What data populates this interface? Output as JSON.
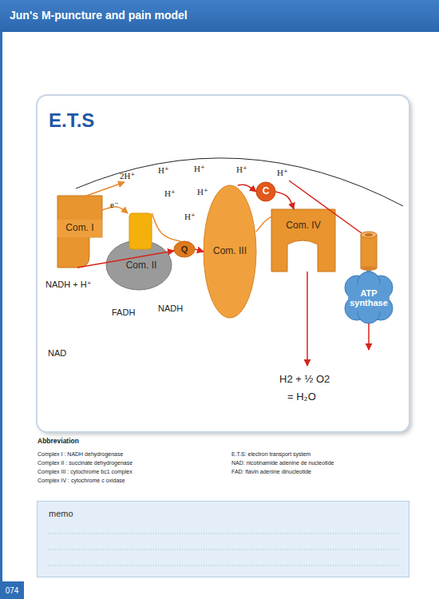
{
  "diagram": {
    "nodes": [
      {
        "text": [
          "Jun's M-puncture and pain model"
        ]
      },
      {
        "text": [
          "E.T.S"
        ]
      },
      {
        "text": [
          "Com. I"
        ],
        "in": 1
      },
      {
        "text": [
          "Com. II"
        ],
        "in": 1
      },
      {
        "text": [
          "Q"
        ],
        "in": 1
      },
      {
        "text": [
          "Com. III"
        ],
        "in": 1
      },
      {
        "text": [
          "C"
        ],
        "in": 1
      },
      {
        "text": [
          "Com. IV"
        ],
        "in": 1
      },
      {
        "text": [
          "ATP synthase"
        ],
        "in": 1
      },
      {
        "text": [
          "memo"
        ]
      },
      {
        "text": [
          "074"
        ]
      }
    ],
    "edges": [
      {
        "from": 2,
        "to": 3,
        "arrow": "to",
        "label": "e⁻"
      },
      {
        "from": 2,
        "to": 4,
        "arrow": "to"
      },
      {
        "from": 3,
        "to": 4,
        "arrow": "none"
      },
      {
        "from": 4,
        "to": 5,
        "arrow": "to"
      },
      {
        "from": 5,
        "to": 6,
        "arrow": "to"
      },
      {
        "from": 6,
        "to": 7,
        "arrow": "to"
      },
      {
        "from": 5,
        "to": 7,
        "arrow": "none"
      }
    ],
    "labels": [
      "2H⁺",
      "H⁺",
      "H⁺",
      "H⁺",
      "H⁺",
      "H⁺",
      "H⁺",
      "H⁺",
      "NADH + H⁺",
      "FADH",
      "NADH",
      "NAD",
      "H2 + ½ O2",
      "= H₂O",
      "Abbreviation",
      "Complex I : NADH dehydrogenase",
      "Complex II : succinate dehydrogenase",
      "Complex III : cytochrome bc1 complex",
      "Complex IV : cytochrome c oxidase",
      "E.T.S: electron transport system",
      "NAD: nicotinamide adenine de nucleotide",
      "FAD: flavin adenine dinucleotide"
    ]
  }
}
